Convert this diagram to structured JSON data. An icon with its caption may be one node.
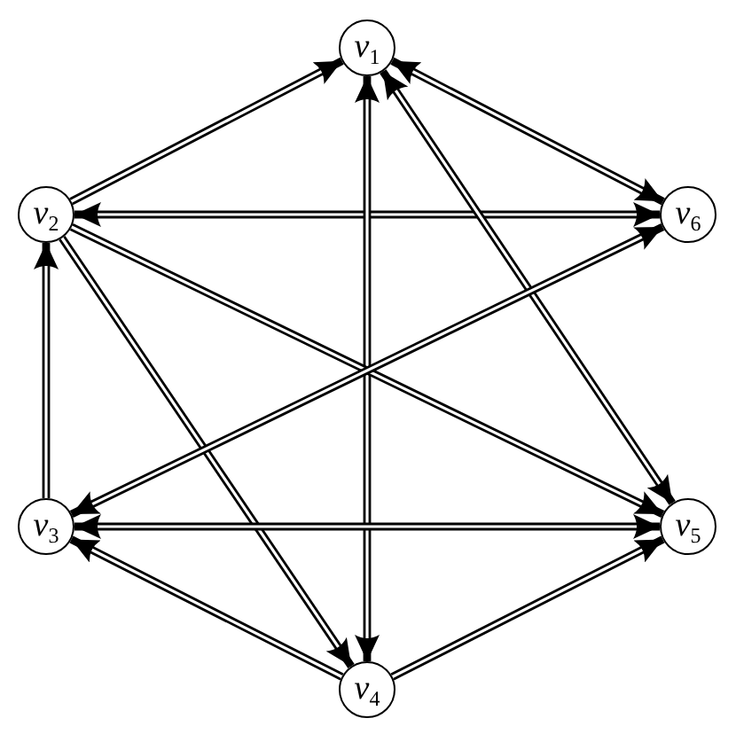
{
  "diagram": {
    "nodes": [
      {
        "text": [
          "*v*$_{1}$"
        ]
      },
      {
        "text": [
          "*v*$_{2}$"
        ]
      },
      {
        "text": [
          "*v*$_{6}$"
        ]
      },
      {
        "text": [
          "*v*$_{3}$"
        ]
      },
      {
        "text": [
          "*v*$_{5}$"
        ]
      },
      {
        "text": [
          "*v*$_{4}$"
        ]
      }
    ],
    "edges": [
      {
        "from": 1,
        "to": 0,
        "arrow": "to"
      },
      {
        "from": 0,
        "to": 2,
        "arrow": "both"
      },
      {
        "from": 1,
        "to": 2,
        "arrow": "both"
      },
      {
        "from": 0,
        "to": 5,
        "arrow": "both"
      },
      {
        "from": 0,
        "to": 4,
        "arrow": "both"
      },
      {
        "from": 1,
        "to": 4,
        "arrow": "to"
      },
      {
        "from": 1,
        "to": 5,
        "arrow": "to"
      },
      {
        "from": 3,
        "to": 1,
        "arrow": "to"
      },
      {
        "from": 3,
        "to": 2,
        "arrow": "both"
      },
      {
        "from": 3,
        "to": 4,
        "arrow": "both"
      },
      {
        "from": 5,
        "to": 3,
        "arrow": "to"
      },
      {
        "from": 5,
        "to": 4,
        "arrow": "to"
      }
    ]
  }
}
